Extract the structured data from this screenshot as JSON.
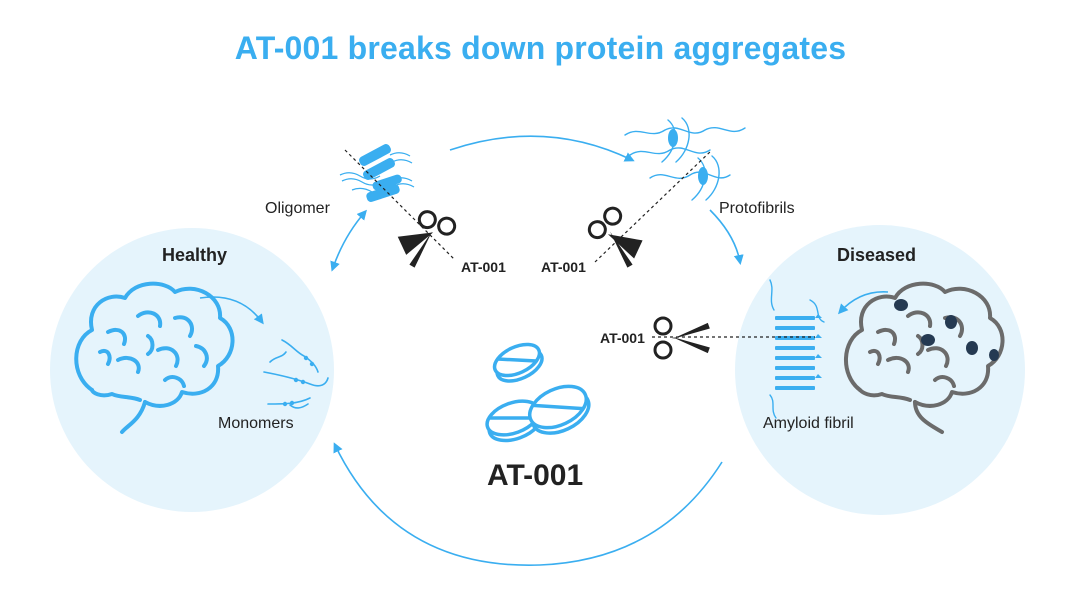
{
  "title": "AT-001 breaks down protein aggregates",
  "states": {
    "healthy": "Healthy",
    "diseased": "Diseased"
  },
  "species": {
    "monomers": "Monomers",
    "oligomer": "Oligomer",
    "protofibrils": "Protofibrils",
    "amyloid_fibril": "Amyloid fibril"
  },
  "drug": {
    "name": "AT-001",
    "cut_label_oligomer": "AT-001",
    "cut_label_protofibrils": "AT-001",
    "cut_label_fibril": "AT-001"
  },
  "colors": {
    "accent": "#3aaef0",
    "circle_fill": "#e5f4fc",
    "dark": "#222222",
    "brain_diseased": "#6b6b6b",
    "plaque": "#253a52"
  },
  "icons": [
    "brain-icon",
    "scissors-icon",
    "pill-icon",
    "arrow-icon"
  ]
}
